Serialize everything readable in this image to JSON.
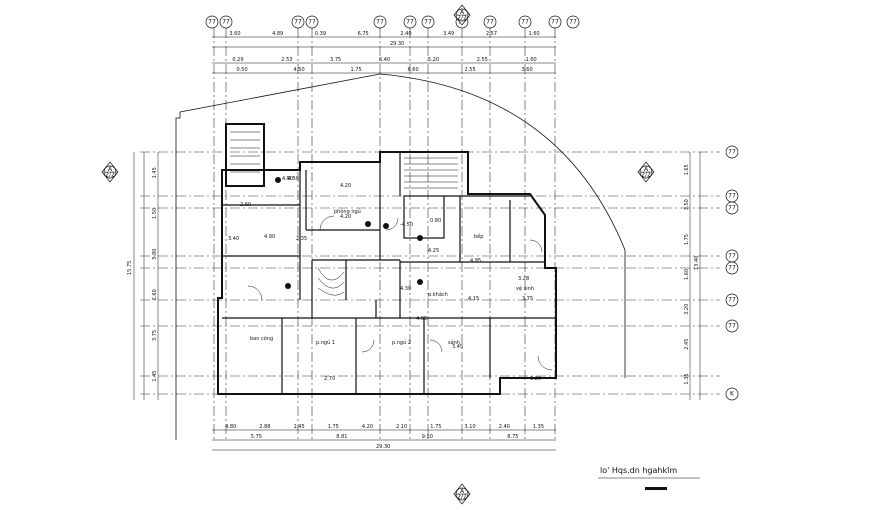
{
  "grid_bubbles": {
    "top": [
      "77",
      "77",
      "77",
      "77",
      "77",
      "77",
      "77",
      "77",
      "77",
      "77",
      "77",
      "77"
    ],
    "right": [
      "77",
      "77",
      "77",
      "77",
      "77",
      "77",
      "77",
      "K"
    ]
  },
  "section_markers": [
    {
      "letter": "A",
      "number": "2/2"
    },
    {
      "letter": "A",
      "number": "2/2"
    },
    {
      "letter": "A",
      "number": "2/2"
    },
    {
      "letter": "A",
      "number": "2/2"
    }
  ],
  "dimensions": {
    "top_row1": [
      "3.60",
      "4.89",
      "0.39",
      "6.75",
      "2.40",
      "3.49",
      "2.57",
      "1.60"
    ],
    "top_total": "29.30",
    "top_row2": [
      "0.29",
      "2.53",
      "3.75",
      "6.40",
      "5.20",
      "2.55",
      "1.60"
    ],
    "top_row3": [
      "0.50",
      "4.50",
      "1.75",
      "6.60",
      "2.55",
      "3.60"
    ],
    "bottom_row1": [
      "4.80",
      "2.88",
      "1.45",
      "1.75",
      "4.20",
      "2.10",
      "1.75",
      "3.10",
      "2.40",
      "1.35"
    ],
    "bottom_row2": [
      "5.75",
      "8.81",
      "9.50",
      "8.75"
    ],
    "bottom_total": "29.30",
    "left_col": [
      "1.45",
      "1.50",
      "5.80",
      "2.60",
      "3.75",
      "1.45"
    ],
    "left_total": "15.75",
    "right_col": [
      "1.65",
      "3.50",
      "1.75",
      "1.60",
      "3.20",
      "2.45",
      "1.35"
    ],
    "right_total": "13.40"
  },
  "room_labels": [
    "4.50",
    "4.20",
    "4.20",
    "-4.50",
    "-4.50",
    "4.25",
    "4.95",
    "0.80",
    "3.75",
    "3.45",
    "4.30",
    "3.40",
    "2.60",
    "4.90",
    "2.35",
    "4.15",
    "3.28",
    "4.05",
    "2.70",
    "3.20"
  ],
  "room_names": [
    "phòng ngủ",
    "bếp",
    "p.khách",
    "vệ sinh",
    "ban công",
    "p.ngủ 1",
    "p.ngủ 2",
    "sảnh"
  ],
  "drawing_title": "lo' Hqs.dn hgahklm",
  "colors": {
    "line": "#111111",
    "grid": "#333333",
    "background": "#ffffff"
  }
}
